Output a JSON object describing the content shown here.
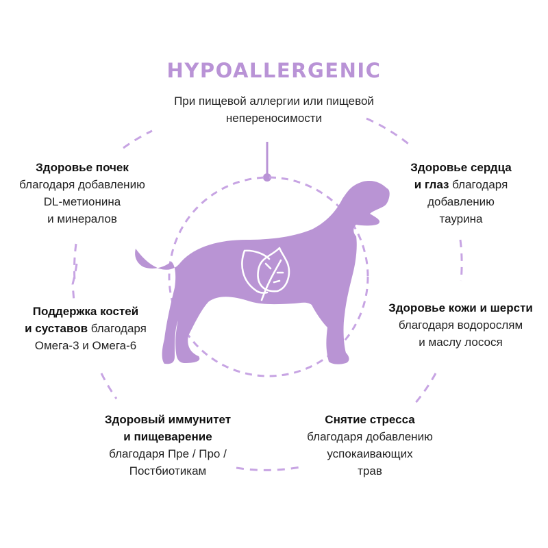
{
  "header": {
    "title": "HYPOALLERGENIC",
    "subtitle_line1": "При пищевой аллергии или пищевой",
    "subtitle_line2": "непереносимости"
  },
  "colors": {
    "accent": "#b993d6",
    "dog": "#b994d4",
    "text": "#222222"
  },
  "center_icon": "leaf-icon",
  "benefits": [
    {
      "id": "kidney",
      "bold": "Здоровье почек",
      "rest_lines": [
        "благодаря добавлению",
        "DL-метионина",
        "и минералов"
      ]
    },
    {
      "id": "heart",
      "bold_line1": "Здоровье сердца",
      "bold_line2": "и глаз",
      "rest_inline": " благодаря",
      "rest_lines": [
        "добавлению",
        "таурина"
      ]
    },
    {
      "id": "bones",
      "bold_line1": "Поддержка костей",
      "bold_line2": "и суставов",
      "rest_inline": " благодаря",
      "rest_lines": [
        "Омега-3 и Омега-6"
      ]
    },
    {
      "id": "skin",
      "bold": "Здоровье кожи и шерсти",
      "rest_lines": [
        "благодаря водорослям",
        "и маслу лосося"
      ]
    },
    {
      "id": "immune",
      "bold_line1": "Здоровый иммунитет",
      "bold_line2": "и пищеварение",
      "rest_lines": [
        "благодаря Пре / Про /",
        "Постбиотикам"
      ]
    },
    {
      "id": "stress",
      "bold": "Снятие стресса",
      "rest_lines": [
        "благодаря добавлению",
        "успокаивающих",
        "трав"
      ]
    }
  ]
}
